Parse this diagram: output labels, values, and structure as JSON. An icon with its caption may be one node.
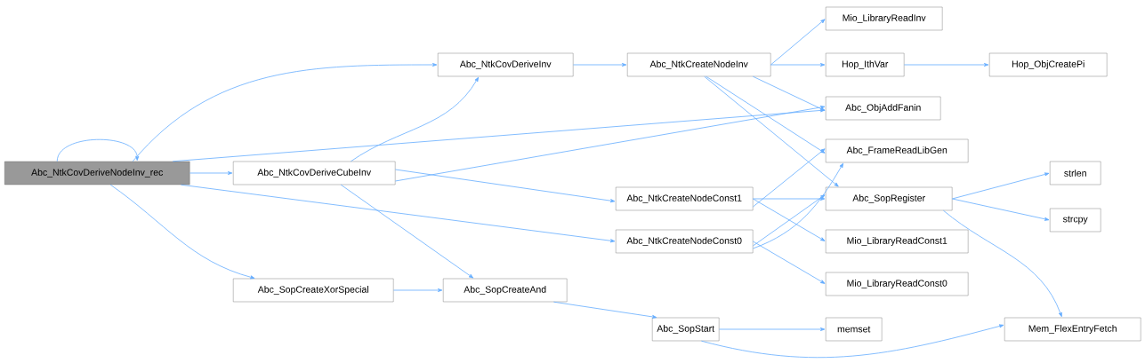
{
  "diagram": {
    "nodes": [
      {
        "text": [
          "Abc_NtkCovDeriveNodeInv_rec"
        ]
      },
      {
        "text": [
          "Abc_NtkCovDeriveInv"
        ]
      },
      {
        "text": [
          "Abc_NtkCovDeriveCubeInv"
        ]
      },
      {
        "text": [
          "Abc_SopCreateXorSpecial"
        ]
      },
      {
        "text": [
          "Abc_SopCreateAnd"
        ]
      },
      {
        "text": [
          "Abc_NtkCreateNodeInv"
        ]
      },
      {
        "text": [
          "Abc_NtkCreateNodeConst1"
        ]
      },
      {
        "text": [
          "Abc_NtkCreateNodeConst0"
        ]
      },
      {
        "text": [
          "Abc_SopStart"
        ]
      },
      {
        "text": [
          "Mio_LibraryReadInv"
        ]
      },
      {
        "text": [
          "Hop_IthVar"
        ]
      },
      {
        "text": [
          "Abc_ObjAddFanin"
        ]
      },
      {
        "text": [
          "Abc_FrameReadLibGen"
        ]
      },
      {
        "text": [
          "Abc_SopRegister"
        ]
      },
      {
        "text": [
          "Mio_LibraryReadConst1"
        ]
      },
      {
        "text": [
          "Mio_LibraryReadConst0"
        ]
      },
      {
        "text": [
          "memset"
        ]
      },
      {
        "text": [
          "Hop_ObjCreatePi"
        ]
      },
      {
        "text": [
          "strlen"
        ]
      },
      {
        "text": [
          "strcpy"
        ]
      },
      {
        "text": [
          "Mem_FlexEntryFetch"
        ]
      }
    ],
    "edges": [
      {
        "from": 0,
        "to": 0,
        "arrow": "to"
      },
      {
        "from": 0,
        "to": 1,
        "arrow": "to"
      },
      {
        "from": 0,
        "to": 2,
        "arrow": "to"
      },
      {
        "from": 0,
        "to": 11,
        "arrow": "to"
      },
      {
        "from": 0,
        "to": 7,
        "arrow": "to"
      },
      {
        "from": 0,
        "to": 3,
        "arrow": "to"
      },
      {
        "from": 2,
        "to": 1,
        "arrow": "to"
      },
      {
        "from": 2,
        "to": 11,
        "arrow": "to"
      },
      {
        "from": 2,
        "to": 6,
        "arrow": "to"
      },
      {
        "from": 2,
        "to": 4,
        "arrow": "to"
      },
      {
        "from": 3,
        "to": 4,
        "arrow": "to"
      },
      {
        "from": 4,
        "to": 8,
        "arrow": "to"
      },
      {
        "from": 1,
        "to": 5,
        "arrow": "to"
      },
      {
        "from": 5,
        "to": 9,
        "arrow": "to"
      },
      {
        "from": 5,
        "to": 10,
        "arrow": "to"
      },
      {
        "from": 5,
        "to": 11,
        "arrow": "to"
      },
      {
        "from": 5,
        "to": 12,
        "arrow": "to"
      },
      {
        "from": 5,
        "to": 13,
        "arrow": "to"
      },
      {
        "from": 10,
        "to": 17,
        "arrow": "to"
      },
      {
        "from": 6,
        "to": 12,
        "arrow": "to"
      },
      {
        "from": 6,
        "to": 13,
        "arrow": "to"
      },
      {
        "from": 6,
        "to": 14,
        "arrow": "to"
      },
      {
        "from": 7,
        "to": 12,
        "arrow": "to"
      },
      {
        "from": 7,
        "to": 13,
        "arrow": "to"
      },
      {
        "from": 7,
        "to": 15,
        "arrow": "to"
      },
      {
        "from": 13,
        "to": 18,
        "arrow": "to"
      },
      {
        "from": 13,
        "to": 19,
        "arrow": "to"
      },
      {
        "from": 13,
        "to": 20,
        "arrow": "to"
      },
      {
        "from": 8,
        "to": 16,
        "arrow": "to"
      },
      {
        "from": 8,
        "to": 20,
        "arrow": "to"
      }
    ]
  }
}
